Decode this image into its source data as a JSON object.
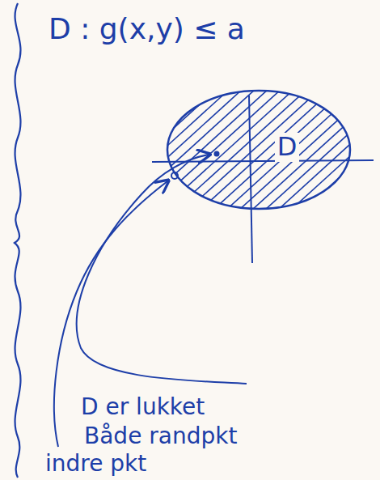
{
  "diagram": {
    "nodes": [
      {
        "text": [
          "D"
        ]
      }
    ],
    "labels": [
      "D : g(x,y) ≤ a",
      "D er lukket",
      "Både randpkt",
      "indre pkt"
    ]
  }
}
